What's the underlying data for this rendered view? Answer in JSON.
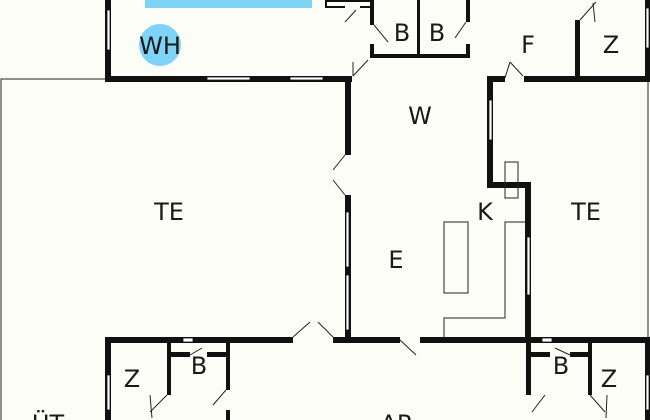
{
  "plan": {
    "colors": {
      "wall": "#111111",
      "background": "#fdfdf8",
      "water": "#7fd3f7"
    },
    "rooms": {
      "wh": "WH",
      "b_top_1": "B",
      "b_top_2": "B",
      "f": "F",
      "z_top": "Z",
      "w": "W",
      "te_left": "TE",
      "k": "K",
      "te_right": "TE",
      "e": "E",
      "z_bottom_left": "Z",
      "b_bottom_left": "B",
      "b_bottom_right": "B",
      "z_bottom_right": "Z",
      "ut": "ÜT",
      "ar": "AR"
    }
  }
}
